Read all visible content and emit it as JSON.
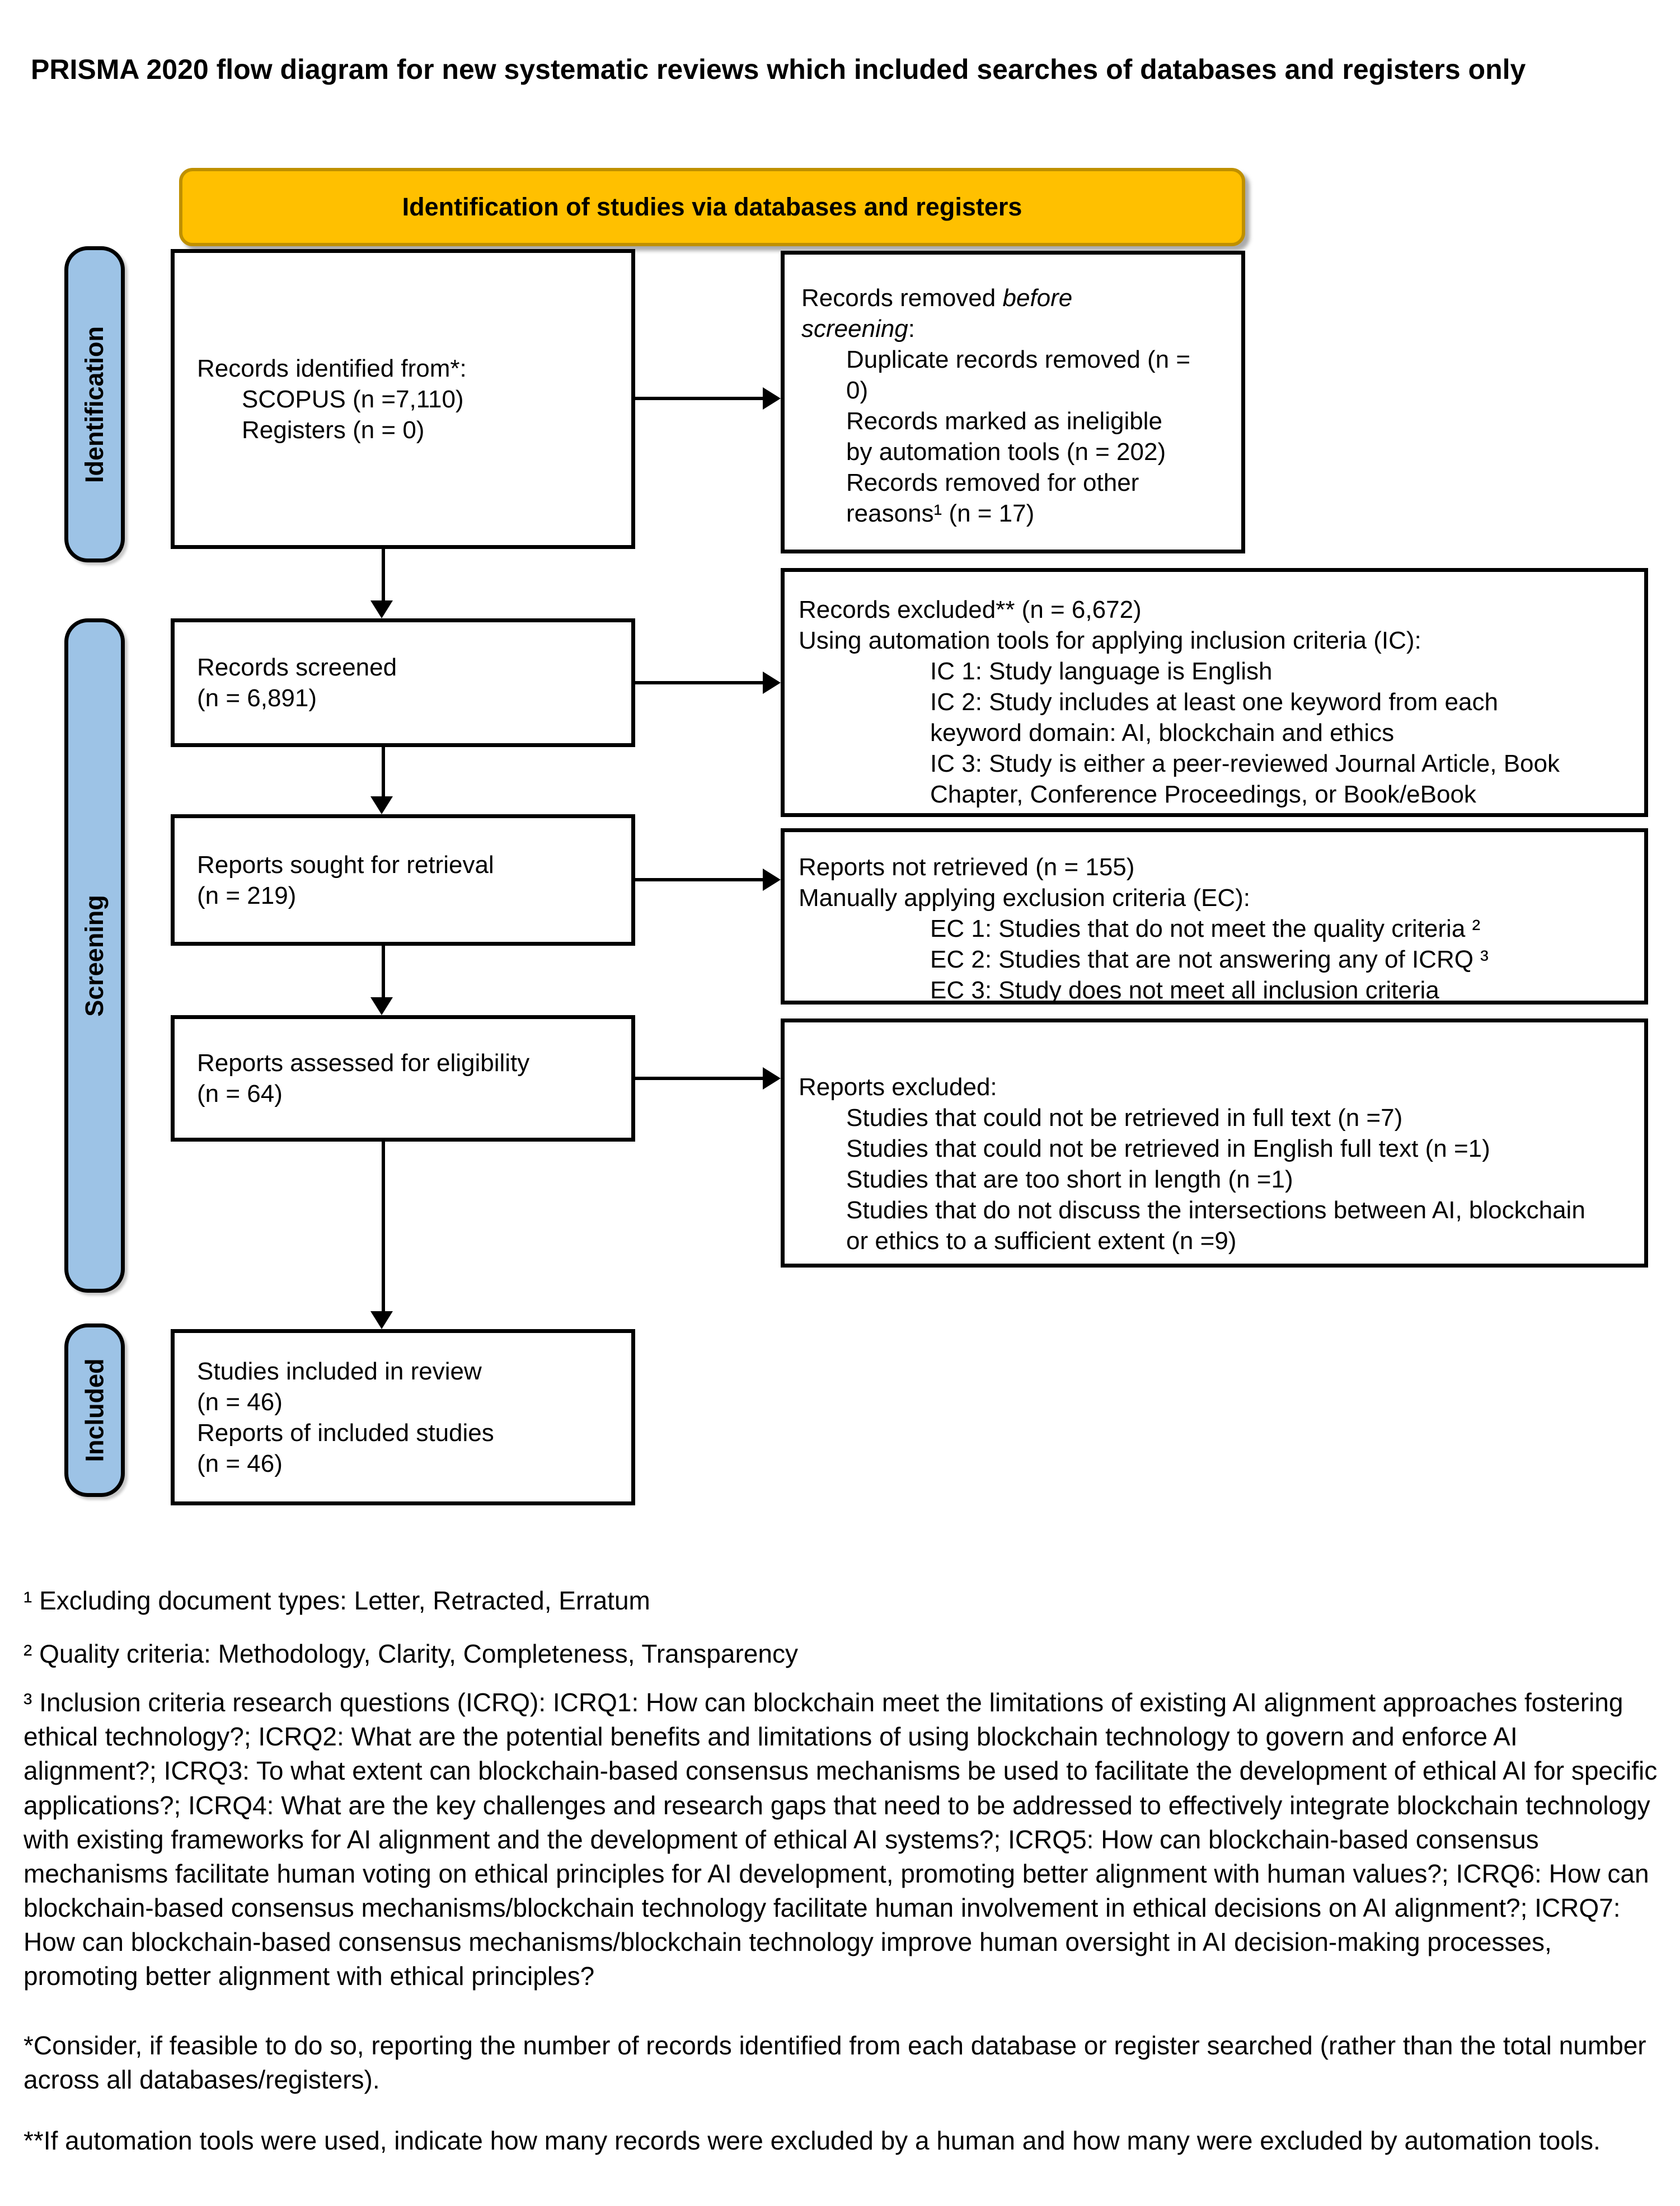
{
  "title": "PRISMA 2020 flow diagram for new systematic reviews which included searches of databases and registers only",
  "banner": {
    "label": "Identification of studies via databases and registers"
  },
  "sidebar": {
    "identification": "Identification",
    "screening": "Screening",
    "included": "Included"
  },
  "boxes": {
    "identified": {
      "line1": "Records identified from*:",
      "items": [
        "SCOPUS (n =7,110)",
        "Registers (n = 0)"
      ]
    },
    "screened": {
      "lines": [
        "Records screened",
        "(n = 6,891)"
      ]
    },
    "sought": {
      "lines": [
        "Reports sought for retrieval",
        "(n = 219)"
      ]
    },
    "assessed": {
      "lines": [
        "Reports assessed for eligibility",
        "(n = 64)"
      ]
    },
    "included": {
      "lines": [
        "Studies included in review",
        "(n = 46)",
        "Reports of included studies",
        "(n = 46)"
      ]
    },
    "removed": {
      "heading_prefix": "Records removed ",
      "heading_italic": "before screening",
      "heading_suffix": ":",
      "items": [
        "Duplicate records removed (n = 0)",
        "Records marked as ineligible by automation tools (n = 202)",
        "Records removed for other reasons¹ (n = 17)"
      ]
    },
    "excluded_auto": {
      "heading_line1": "Records excluded** (n = 6,672)",
      "heading_line2": "Using automation tools for applying inclusion criteria (IC):",
      "items": [
        "IC 1: Study language is English",
        "IC 2: Study includes at least one keyword from each keyword domain: AI, blockchain and ethics",
        "IC 3: Study is either a peer-reviewed Journal Article, Book Chapter, Conference  Proceedings, or Book/eBook"
      ]
    },
    "not_retrieved": {
      "heading_line1": "Reports not retrieved (n = 155)",
      "heading_line2": "Manually applying exclusion criteria (EC):",
      "items": [
        "EC 1: Studies that do not meet the quality criteria ²",
        "EC 2: Studies that are not answering any of ICRQ ³",
        "EC 3: Study does not meet all inclusion criteria"
      ]
    },
    "excluded_reports": {
      "heading_line1": "Reports excluded:",
      "items": [
        "Studies that could not be retrieved in full text (n =7)",
        "Studies that could not be retrieved in English full text (n =1)",
        "Studies that are too short in length (n =1)",
        "Studies that do not discuss the intersections between AI, blockchain or ethics to a sufficient extent (n =9)"
      ]
    }
  },
  "footnotes": [
    "¹ Excluding document types: Letter, Retracted, Erratum",
    "² Quality criteria: Methodology, Clarity, Completeness, Transparency",
    "³ Inclusion criteria research questions (ICRQ): ICRQ1: How can blockchain meet the limitations of existing AI alignment approaches fostering ethical technology?; ICRQ2: What are the potential benefits and limitations of using blockchain technology to govern and enforce AI alignment?; ICRQ3: To what extent can blockchain-based consensus mechanisms be used to facilitate the development of ethical AI for specific applications?; ICRQ4: What are the key challenges and research gaps that need to be addressed to effectively integrate blockchain technology with existing frameworks for AI alignment and the development of ethical AI systems?; ICRQ5: How can blockchain-based consensus mechanisms facilitate human voting on ethical principles for AI development, promoting better alignment with human values?; ICRQ6: How can blockchain-based consensus mechanisms/blockchain technology facilitate human involvement in ethical decisions on AI alignment?; ICRQ7: How can blockchain-based consensus mechanisms/blockchain technology improve human oversight in AI decision-making processes, promoting better alignment with ethical principles?",
    "*Consider, if feasible to do so, reporting the number of records identified from each database or register searched (rather than the total number across all databases/registers).",
    "**If automation tools were used, indicate how many records were excluded by a human and how many were excluded by automation tools."
  ],
  "colors": {
    "banner_fill": "#FFC000",
    "banner_border": "#BF9000",
    "sidebar_fill": "#9DC3E6",
    "box_border": "#000000"
  }
}
